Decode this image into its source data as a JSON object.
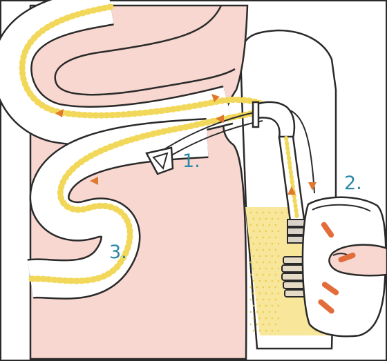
{
  "labels": {
    "step1": "1.",
    "step2": "2.",
    "step3": "3."
  },
  "colors": {
    "background": "#ffffff",
    "skin": "#f7d7cf",
    "outline": "#2a2a2a",
    "tube_fill": "#ffffff",
    "flow_dots": "#f2d85a",
    "flow_arrows": "#e0782e",
    "fluid": "#f8e79a",
    "label_text": "#2a87a6",
    "device_accent": "#e36d3a",
    "connector": "#d9d2c8"
  },
  "icons": {
    "device": "pump-device-icon",
    "connector": "tube-connector-icon",
    "one_way_valve": "valve-icon",
    "finger": "finger-icon"
  }
}
